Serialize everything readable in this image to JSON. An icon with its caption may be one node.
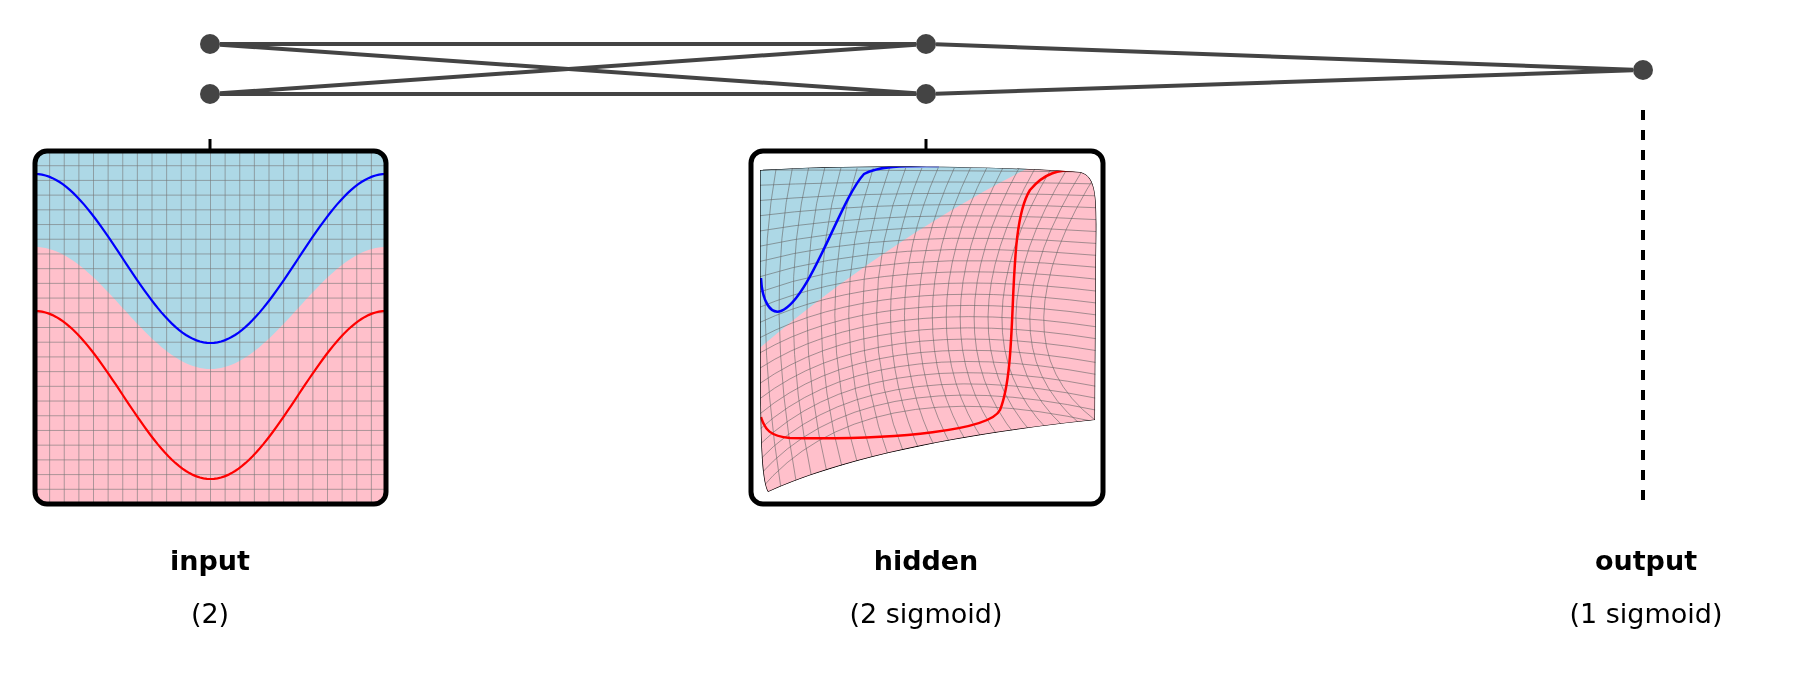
{
  "diagram": {
    "nodes": [
      {
        "text": [],
        "shape": "circle"
      },
      {
        "text": [],
        "shape": "circle"
      },
      {
        "text": [],
        "shape": "circle"
      },
      {
        "text": [],
        "shape": "circle"
      },
      {
        "text": [],
        "shape": "circle"
      }
    ],
    "edges": [
      {
        "from": 0,
        "to": 2,
        "arrow": "none"
      },
      {
        "from": 0,
        "to": 3,
        "arrow": "none"
      },
      {
        "from": 1,
        "to": 2,
        "arrow": "none"
      },
      {
        "from": 1,
        "to": 3,
        "arrow": "none"
      },
      {
        "from": 2,
        "to": 4,
        "arrow": "none"
      },
      {
        "from": 3,
        "to": 4,
        "arrow": "none"
      }
    ],
    "labels": [
      "input",
      "(2)",
      "hidden",
      "(2 sigmoid)",
      "output",
      "(1 sigmoid)"
    ]
  }
}
